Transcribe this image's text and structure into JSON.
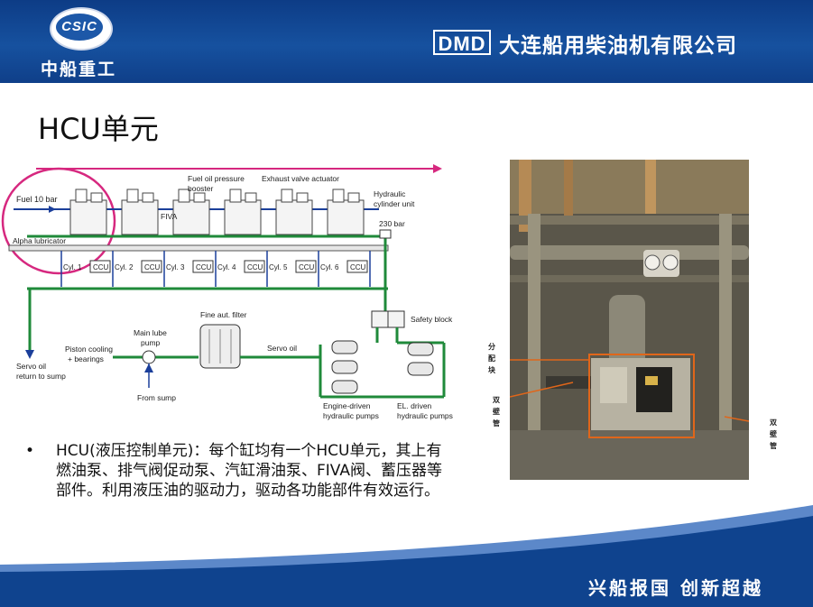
{
  "header": {
    "logo_mark": "CSIC",
    "logo_label": "中船重工",
    "brand_badge": "DMD",
    "company_name": "大连船用柴油机有限公司"
  },
  "page_title": "HCU单元",
  "diagram": {
    "labels": {
      "fuel": "Fuel 10 bar",
      "fuel_booster": "Fuel oil pressure booster",
      "fuel_booster_line1": "Fuel oil pressure",
      "fuel_booster_line2": "booster",
      "exhaust_actuator": "Exhaust valve actuator",
      "hydraulic_line1": "Hydraulic",
      "hydraulic_line2": "cylinder unit",
      "fiva": "FIVA",
      "alpha": "Alpha lubricator",
      "bar230": "230 bar",
      "safety_block": "Safety block",
      "fine_filter": "Fine aut. filter",
      "main_lube_line1": "Main lube",
      "main_lube_line2": "pump",
      "piston_line1": "Piston cooling",
      "piston_line2": "+ bearings",
      "servo_oil": "Servo oil",
      "servo_return_line1": "Servo oil",
      "servo_return_line2": "return to sump",
      "from_sump": "From sump",
      "engine_pumps_line1": "Engine-driven",
      "engine_pumps_line2": "hydraulic pumps",
      "el_pumps_line1": "EL. driven",
      "el_pumps_line2": "hydraulic pumps"
    },
    "cylinders": [
      "Cyl. 1",
      "Cyl. 2",
      "Cyl. 3",
      "Cyl. 4",
      "Cyl. 5",
      "Cyl. 6"
    ],
    "ccu_label": "CCU"
  },
  "photo_callouts": {
    "left_top": "分配块",
    "left_bottom": "双壁管",
    "right": "双壁管"
  },
  "bullet": {
    "marker": "•",
    "text": "HCU(液压控制单元)：每个缸均有一个HCU单元，其上有燃油泵、排气阀促动泵、汽缸滑油泵、FIVA阀、蓄压器等部件。利用液压油的驱动力，驱动各功能部件有效运行。"
  },
  "footer": {
    "slogan": "兴船报国  创新超越"
  },
  "colors": {
    "header_blue": "#0f438e",
    "line_green": "#1f8a3a",
    "highlight_magenta": "#d6287f",
    "callout_orange": "#e0661a"
  }
}
